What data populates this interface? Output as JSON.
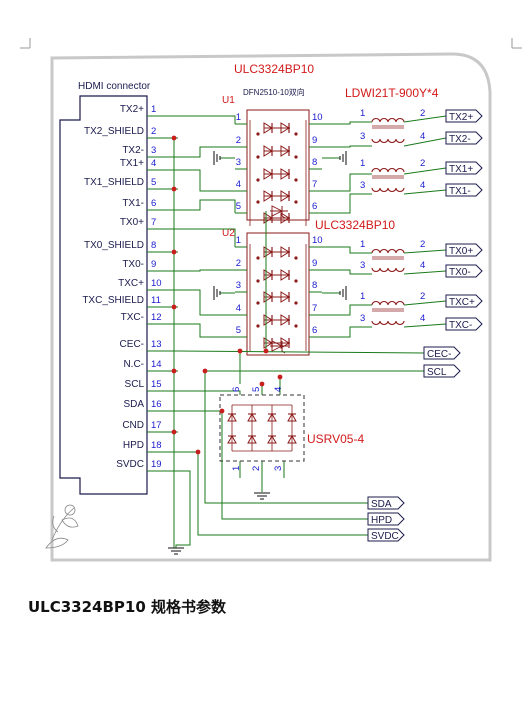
{
  "connector": {
    "title": "HDMI connector",
    "pins": [
      {
        "num": "1",
        "name": "TX2+"
      },
      {
        "num": "2",
        "name": "TX2_SHIELD"
      },
      {
        "num": "3",
        "name": "TX2-"
      },
      {
        "num": "4",
        "name": "TX1+"
      },
      {
        "num": "5",
        "name": "TX1_SHIELD"
      },
      {
        "num": "6",
        "name": "TX1-"
      },
      {
        "num": "7",
        "name": "TX0+"
      },
      {
        "num": "8",
        "name": "TX0_SHIELD"
      },
      {
        "num": "9",
        "name": "TX0-"
      },
      {
        "num": "10",
        "name": "TXC+"
      },
      {
        "num": "11",
        "name": "TXC_SHIELD"
      },
      {
        "num": "12",
        "name": "TXC-"
      },
      {
        "num": "13",
        "name": "CEC-"
      },
      {
        "num": "14",
        "name": "N.C-"
      },
      {
        "num": "15",
        "name": "SCL"
      },
      {
        "num": "16",
        "name": "SDA"
      },
      {
        "num": "17",
        "name": "CND"
      },
      {
        "num": "18",
        "name": "HPD"
      },
      {
        "num": "19",
        "name": "SVDC"
      }
    ]
  },
  "u1": {
    "ref": "U1",
    "part": "ULC3324BP10",
    "package": "DFN2510-10双向",
    "left_pins": [
      "1",
      "2",
      "3",
      "4",
      "5"
    ],
    "right_pins": [
      "10",
      "9",
      "8",
      "7",
      "6"
    ]
  },
  "u2": {
    "ref": "U2",
    "part": "ULC3324BP10",
    "left_pins": [
      "1",
      "2",
      "3",
      "4",
      "5"
    ],
    "right_pins": [
      "10",
      "9",
      "8",
      "7",
      "6"
    ]
  },
  "choke": {
    "part": "LDWI21T-900Y*4",
    "pin_left_top": "1",
    "pin_right_top": "2",
    "pin_left_bottom": "3",
    "pin_right_bottom": "4"
  },
  "usrv": {
    "part": "USRV05-4",
    "top_pins": [
      "6",
      "5",
      "4"
    ],
    "bottom_pins": [
      "1",
      "2",
      "3"
    ]
  },
  "outputs_high": [
    "TX2+",
    "TX2-",
    "TX1+",
    "TX1-"
  ],
  "outputs_low": [
    "TX0+",
    "TX0-",
    "TXC+",
    "TXC-"
  ],
  "outputs_ctrl": [
    "CEC-",
    "SCL"
  ],
  "outputs_bottom": [
    "SDA",
    "HPD",
    "SVDC"
  ],
  "caption": "ULC3324BP10 规格书参数",
  "colors": {
    "wire": "#1a7a1a",
    "pin_num": "#1a1ad0",
    "part_label": "#d21a1a",
    "component": "#8b1a1a",
    "node": "#c81e1e",
    "ink": "#1b1b4d"
  }
}
